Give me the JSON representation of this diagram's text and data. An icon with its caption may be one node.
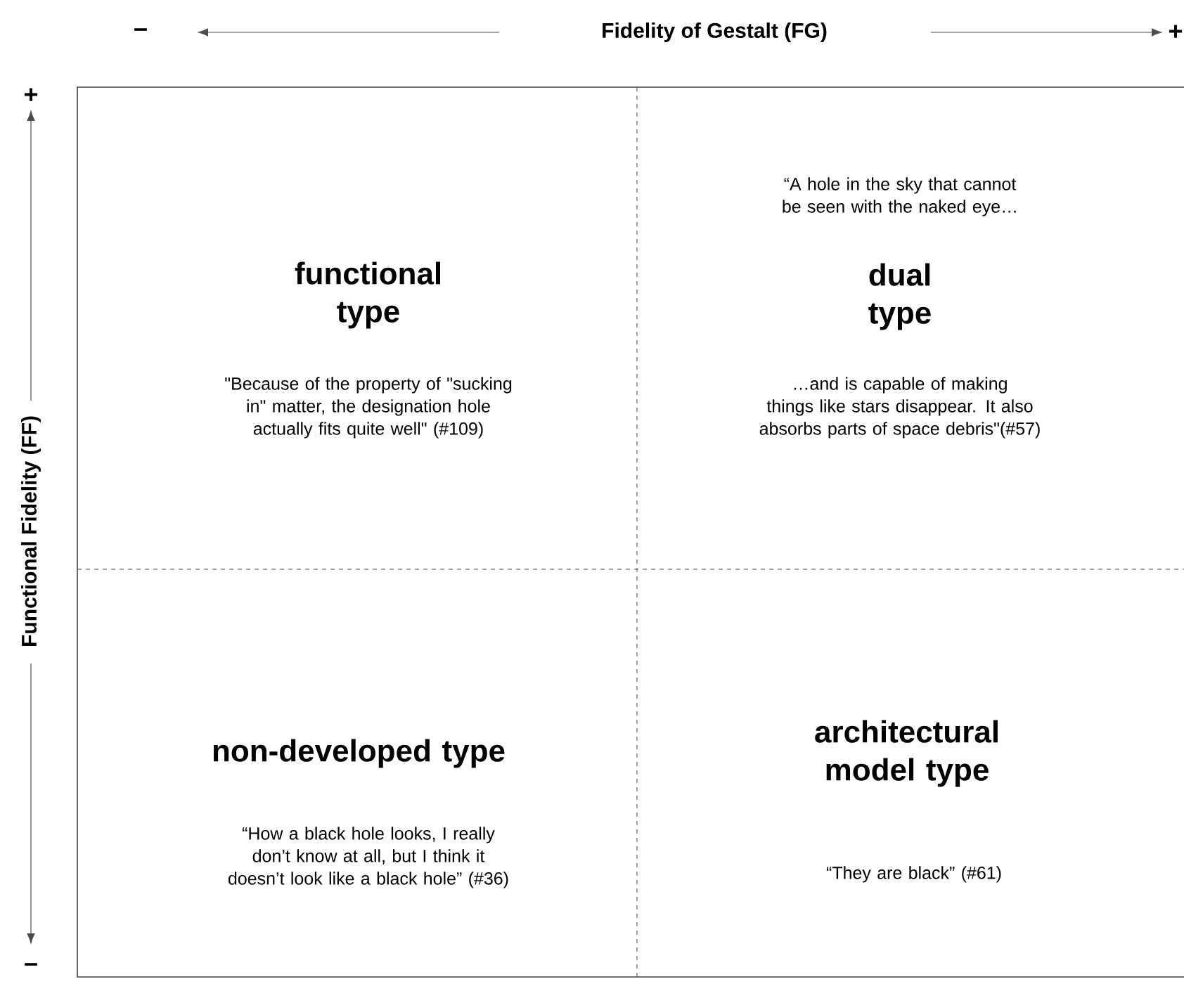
{
  "diagram": {
    "nodes": [
      {
        "text": [
          "functional type",
          "\"Because of the property of \"sucking in\" matter, the designation hole actually fits quite well\" (#109)"
        ]
      },
      {
        "text": [
          "“A hole in the sky that cannot be seen with the naked eye…",
          "dual type",
          "…and is capable of making things like stars disappear. It also absorbs parts of space debris\"(#57)"
        ]
      },
      {
        "text": [
          "non-developed type",
          "“How a black hole looks, I really don’t know at all, but I think it doesn’t look like a black hole” (#36)"
        ]
      },
      {
        "text": [
          "architectural model type",
          "“They are black” (#61)"
        ]
      }
    ],
    "labels": [
      "–",
      "Fidelity of Gestalt (FG)",
      "+",
      "+",
      "Functional Fidelity (FF)",
      "–"
    ]
  }
}
